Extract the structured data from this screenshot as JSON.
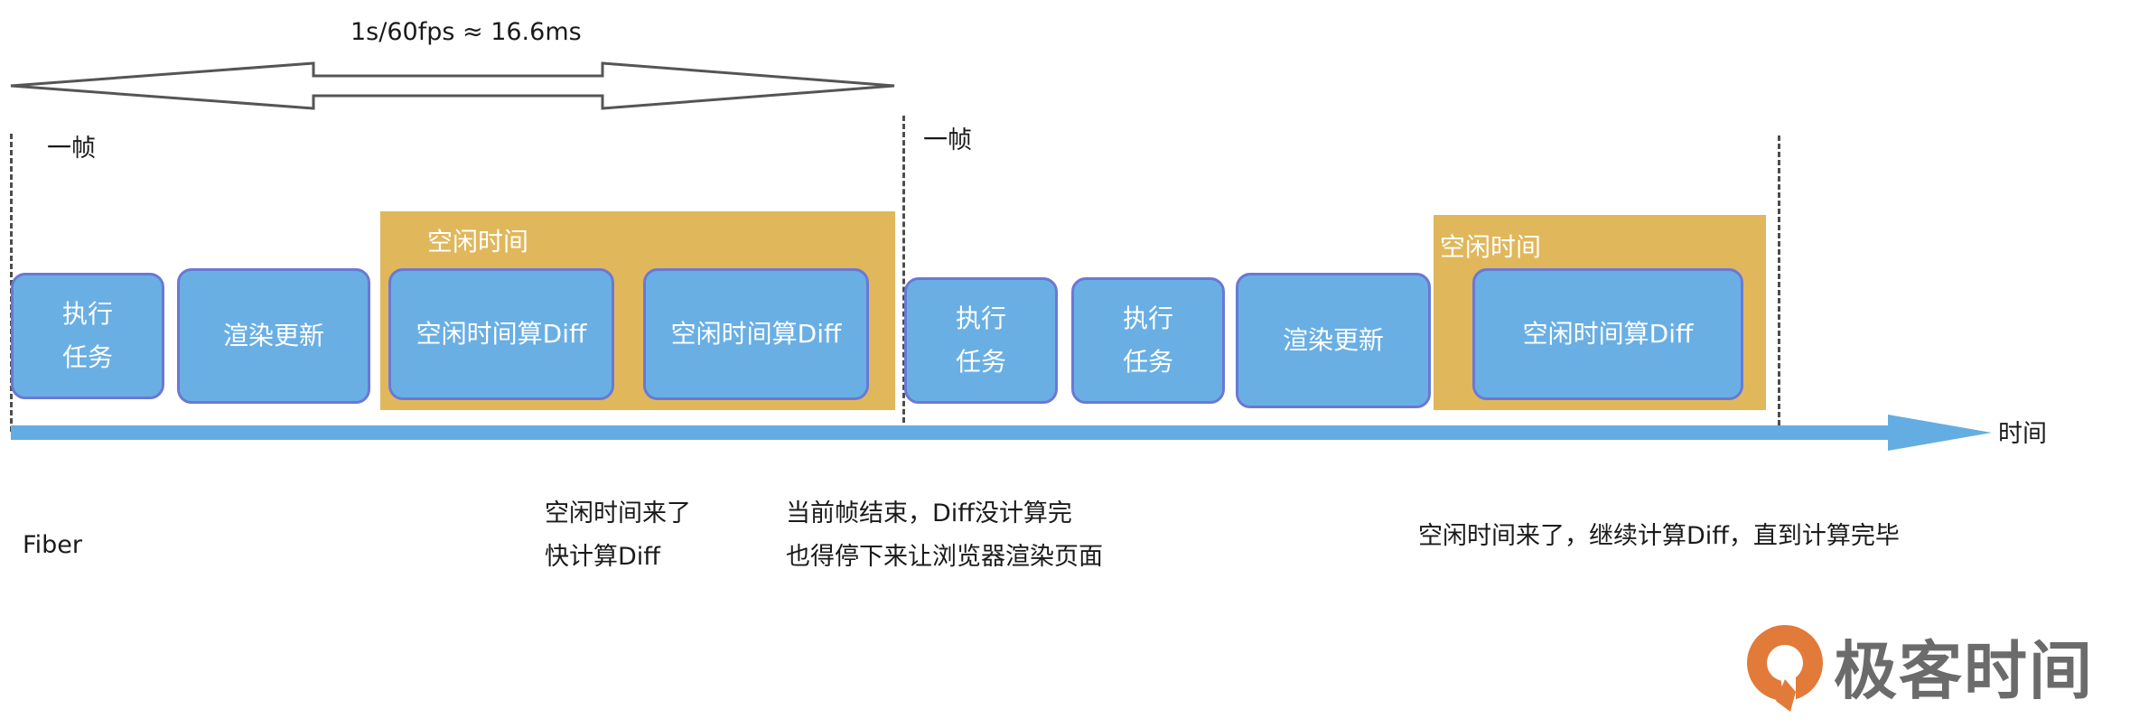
{
  "colors": {
    "idle_zone": "#e0b75b",
    "task_fill": "#6aafe3",
    "task_border": "#6a78d6",
    "timeline": "#64ade2",
    "logo_orange": "#e27a3a",
    "logo_text": "#6b6b6b"
  },
  "frame_span_label": "1s/60fps ≈ 16.6ms",
  "frame_labels": [
    "一帧",
    "一帧"
  ],
  "idle_labels": [
    "空闲时间",
    "空闲时间"
  ],
  "tasks": {
    "exec": [
      "执行",
      "任务"
    ],
    "render": "渲染更新",
    "idle_diff": "空闲时间算Diff"
  },
  "axis_label": "时间",
  "fiber_label": "Fiber",
  "annotations": {
    "idle_arrives": [
      "空闲时间来了",
      "快计算Diff"
    ],
    "frame_end": [
      "当前帧结束，Diff没计算完",
      "也得停下来让浏览器渲染页面"
    ],
    "idle_continue": "空闲时间来了，继续计算Diff，直到计算完毕"
  },
  "logo": {
    "icon": "geektime-logo-icon",
    "text": "极客时间"
  }
}
